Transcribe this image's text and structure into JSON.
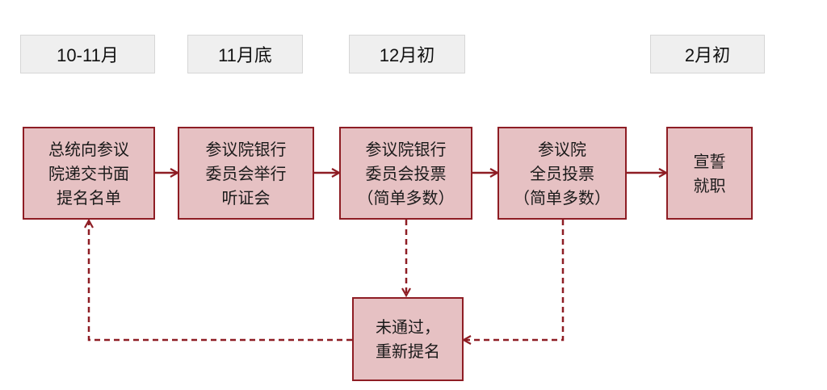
{
  "timeline": [
    {
      "label": "10-11月"
    },
    {
      "label": "11月底"
    },
    {
      "label": "12月初"
    },
    {
      "label": "2月初"
    }
  ],
  "steps": [
    {
      "lines": [
        "总统向参议",
        "院递交书面",
        "提名名单"
      ]
    },
    {
      "lines": [
        "参议院银行",
        "委员会举行",
        "听证会"
      ]
    },
    {
      "lines": [
        "参议院银行",
        "委员会投票",
        "（简单多数）"
      ]
    },
    {
      "lines": [
        "参议院",
        "全员投票",
        "（简单多数）"
      ]
    },
    {
      "lines": [
        "宣誓",
        "就职"
      ]
    }
  ],
  "failure_step": {
    "lines": [
      "未通过，",
      "重新提名"
    ]
  },
  "colors": {
    "box_fill": "#e6c1c3",
    "box_border": "#8e1d24",
    "arrow": "#8e1d24",
    "label_fill": "#efefef"
  }
}
